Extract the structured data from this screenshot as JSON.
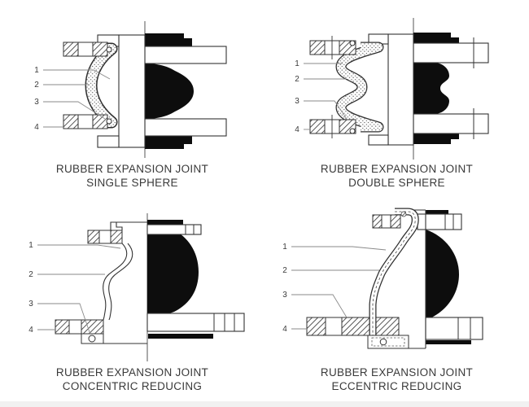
{
  "page": {
    "background": "#ffffff"
  },
  "colors": {
    "line": "#2f2f2f",
    "black_fill": "#0d0d0d",
    "leader": "#8a8a8a",
    "label": "#3b3b3b",
    "caption": "#3a3a3a"
  },
  "figures": [
    {
      "id": "single-sphere",
      "caption_line1": "RUBBER EXPANSION JOINT",
      "caption_line2": "SINGLE SPHERE",
      "labels": [
        "1",
        "2",
        "3",
        "4"
      ]
    },
    {
      "id": "double-sphere",
      "caption_line1": "RUBBER EXPANSION JOINT",
      "caption_line2": "DOUBLE SPHERE",
      "labels": [
        "1",
        "2",
        "3",
        "4"
      ]
    },
    {
      "id": "concentric-reducing",
      "caption_line1": "RUBBER EXPANSION JOINT",
      "caption_line2": "CONCENTRIC REDUCING",
      "labels": [
        "1",
        "2",
        "3",
        "4"
      ]
    },
    {
      "id": "eccentric-reducing",
      "caption_line1": "RUBBER EXPANSION JOINT",
      "caption_line2": "ECCENTRIC REDUCING",
      "labels": [
        "1",
        "2",
        "3",
        "4"
      ]
    }
  ]
}
